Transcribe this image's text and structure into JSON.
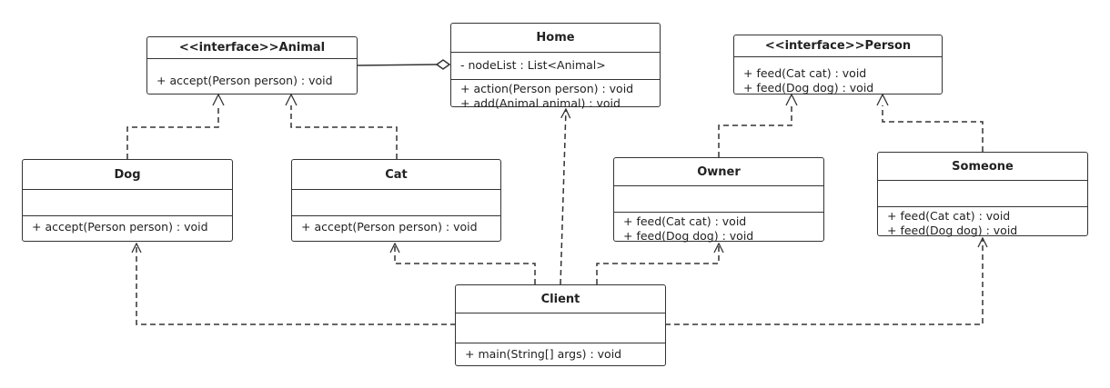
{
  "classes": {
    "animal": {
      "name": "<<interface>>Animal",
      "attributes": [],
      "methods": [
        "+ accept(Person person) : void"
      ]
    },
    "home": {
      "name": "Home",
      "attributes": [
        "- nodeList : List<Animal>"
      ],
      "methods": [
        "+ action(Person person) : void",
        "+ add(Animal animal) : void"
      ]
    },
    "person": {
      "name": "<<interface>>Person",
      "attributes": [],
      "methods": [
        "+ feed(Cat cat) : void",
        "+ feed(Dog dog) : void"
      ]
    },
    "dog": {
      "name": "Dog",
      "attributes": [],
      "methods": [
        "+ accept(Person person) : void"
      ]
    },
    "cat": {
      "name": "Cat",
      "attributes": [],
      "methods": [
        "+ accept(Person person) : void"
      ]
    },
    "owner": {
      "name": "Owner",
      "attributes": [],
      "methods": [
        "+ feed(Cat cat) : void",
        "+ feed(Dog dog) : void"
      ]
    },
    "someone": {
      "name": "Someone",
      "attributes": [],
      "methods": [
        "+ feed(Cat cat) : void",
        "+ feed(Dog dog) : void"
      ]
    },
    "client": {
      "name": "Client",
      "attributes": [],
      "methods": [
        "+ main(String[] args) : void"
      ]
    }
  },
  "colors": {
    "stroke": "#333333",
    "background": "#ffffff"
  }
}
